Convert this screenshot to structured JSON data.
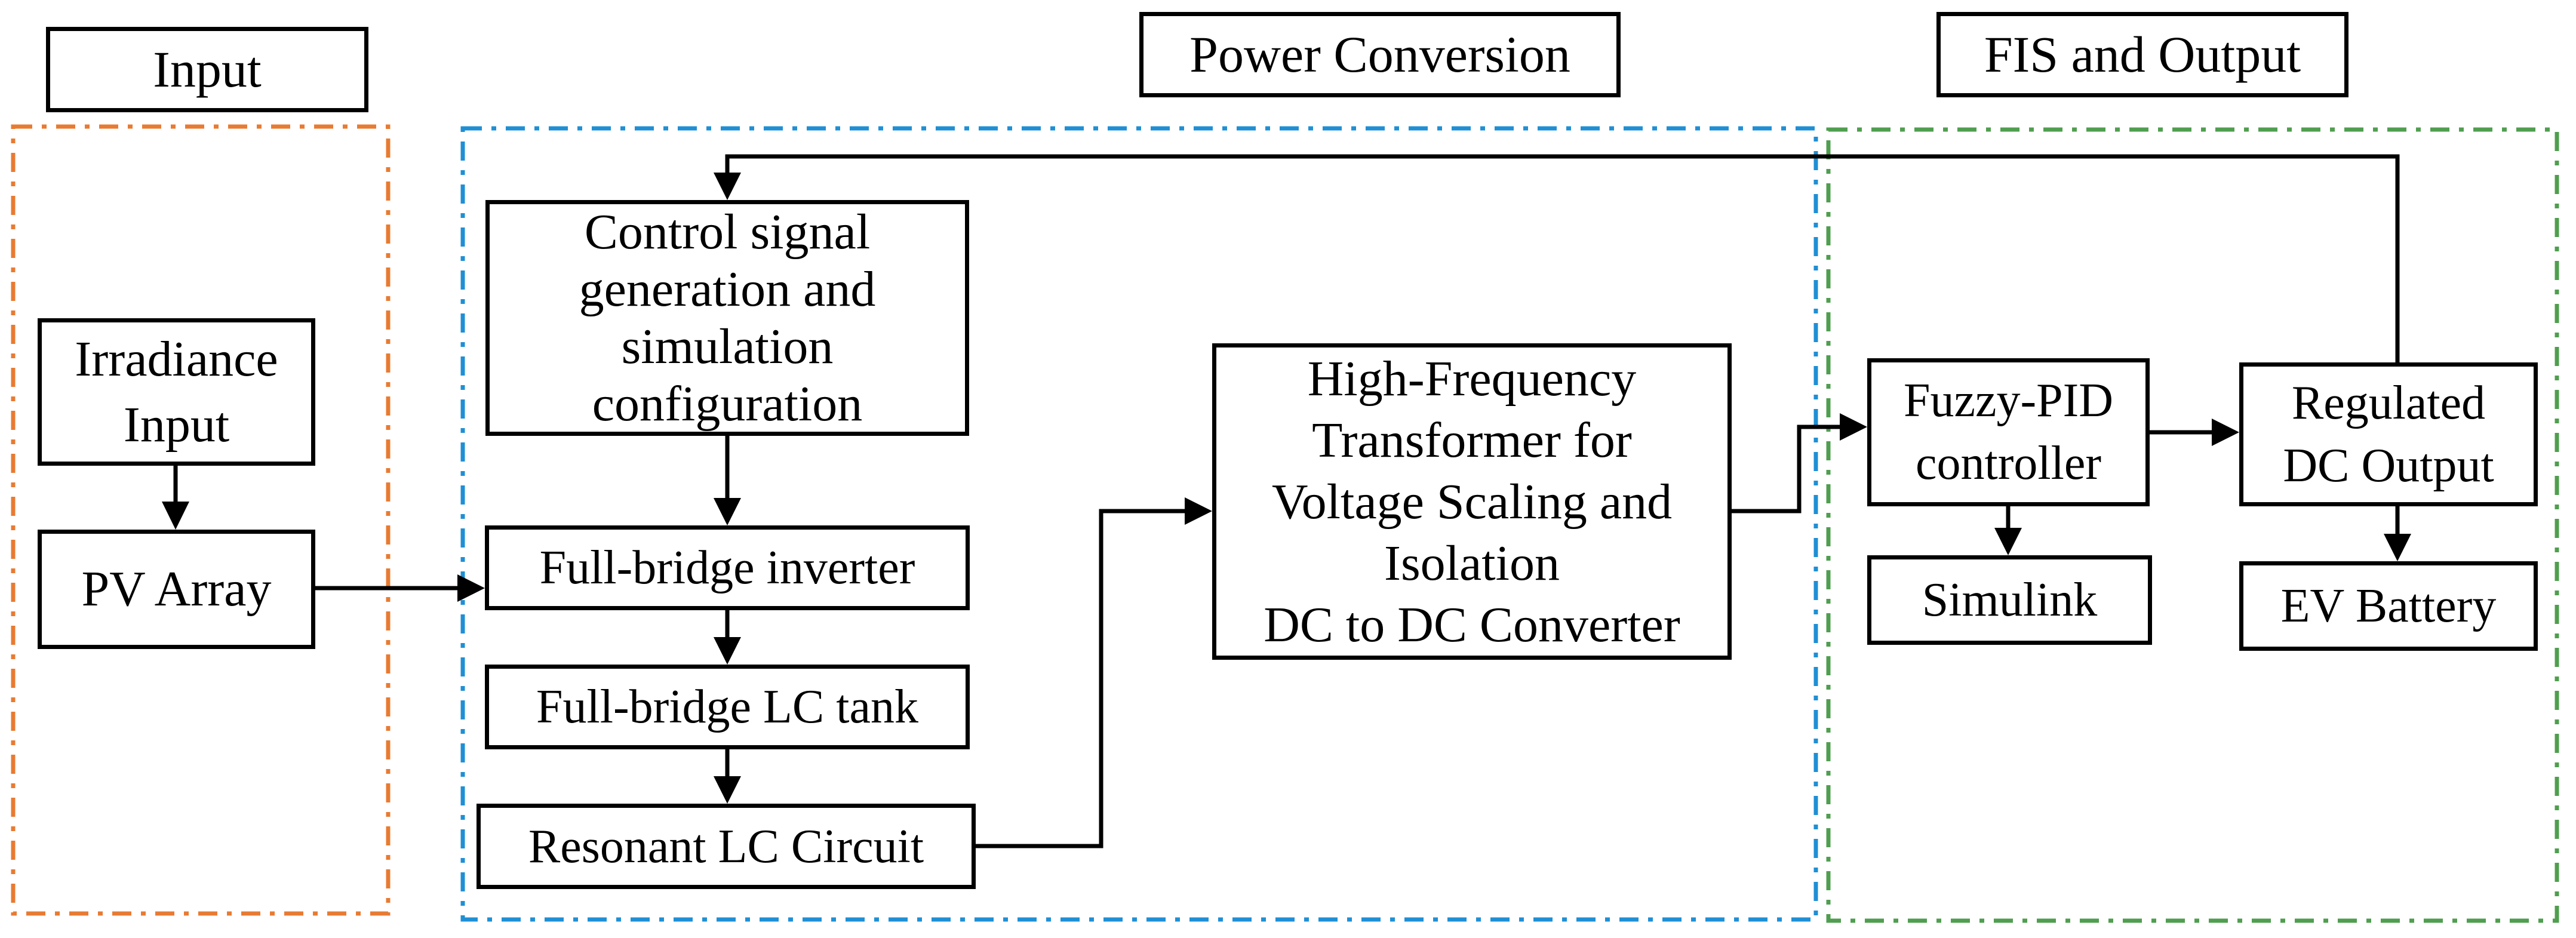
{
  "diagram": {
    "type": "block-diagram",
    "background_color": "#ffffff",
    "box_border_color": "#000000",
    "connector_color": "#000000",
    "sections": {
      "input": {
        "title": "Input",
        "border_color": "#E87B32",
        "border_style": "dash-dot"
      },
      "power": {
        "title": "Power Conversion",
        "border_color": "#1F8FD5",
        "border_style": "dash-dot"
      },
      "fis": {
        "title": "FIS and Output",
        "border_color": "#4F9E4F",
        "border_style": "dash-dot"
      }
    },
    "nodes": {
      "irradiance": {
        "lines": [
          "Irradiance",
          "Input"
        ]
      },
      "pv": {
        "lines": [
          "PV Array"
        ]
      },
      "control": {
        "lines": [
          "Control signal",
          "generation and",
          "simulation",
          "configuration"
        ]
      },
      "inverter": {
        "lines": [
          "Full-bridge inverter"
        ]
      },
      "tank": {
        "lines": [
          "Full-bridge LC tank"
        ]
      },
      "resonant": {
        "lines": [
          "Resonant LC Circuit"
        ]
      },
      "transformer": {
        "lines": [
          "High-Frequency",
          "Transformer for",
          "Voltage Scaling and",
          "Isolation",
          "DC to DC Converter"
        ]
      },
      "fuzzy": {
        "lines": [
          "Fuzzy-PID",
          "controller"
        ]
      },
      "simulink": {
        "lines": [
          "Simulink"
        ]
      },
      "regulated": {
        "lines": [
          "Regulated",
          "DC Output"
        ]
      },
      "ev": {
        "lines": [
          "EV Battery"
        ]
      }
    },
    "flows": [
      "Irradiance Input -> PV Array",
      "PV Array -> Full-bridge inverter",
      "Control signal generation and simulation configuration -> Full-bridge inverter",
      "Full-bridge inverter -> Full-bridge LC tank",
      "Full-bridge LC tank -> Resonant LC Circuit",
      "Resonant LC Circuit -> High-Frequency Transformer DC to DC Converter",
      "High-Frequency Transformer DC to DC Converter -> Fuzzy-PID controller",
      "Fuzzy-PID controller -> Simulink",
      "Fuzzy-PID controller -> Regulated DC Output",
      "Regulated DC Output -> EV Battery",
      "Regulated DC Output -> Control signal generation and simulation configuration (feedback)"
    ]
  }
}
